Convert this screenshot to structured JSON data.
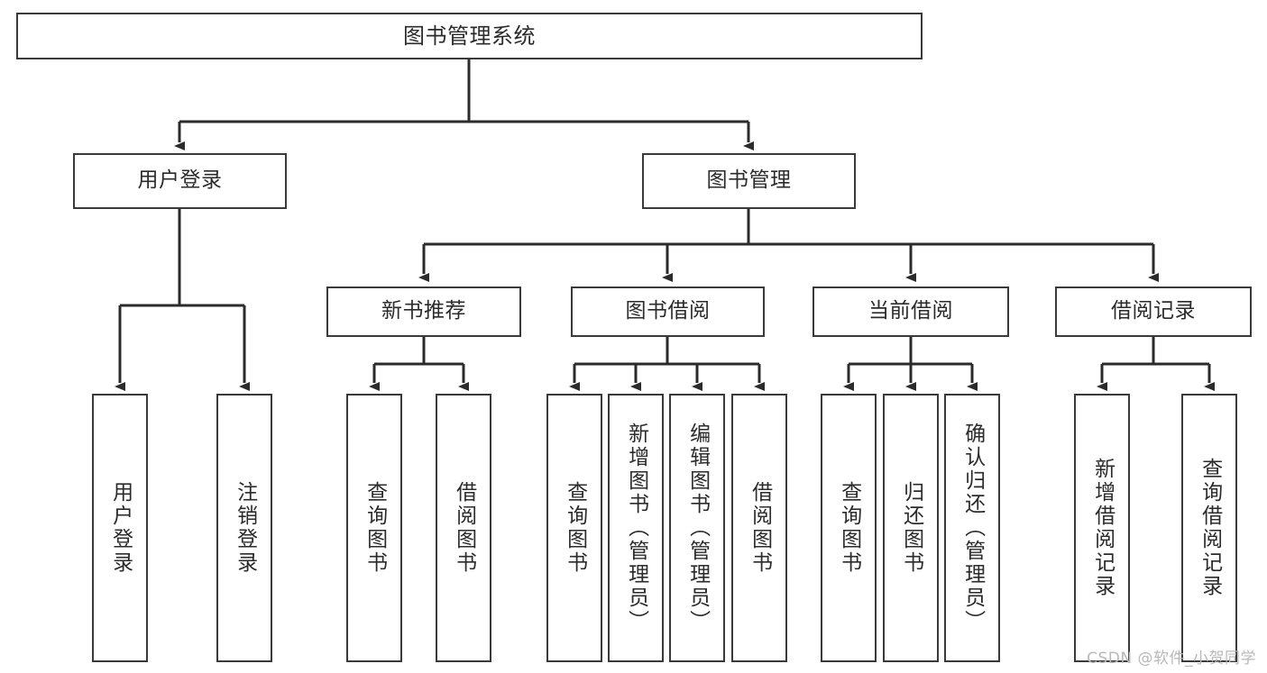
{
  "diagram": {
    "title": "图书管理系统",
    "type": "tree",
    "watermark": "CSDN @软件_小贺同学",
    "colors": {
      "node_border": "#3a3a3a",
      "node_fill": "#ffffff",
      "edge": "#2b2b2b",
      "text": "#2b2b2b",
      "watermark": "#b8b8b8",
      "background": "#ffffff"
    },
    "nodes": {
      "root": {
        "label": "图书管理系统"
      },
      "level1": [
        {
          "label": "用户登录"
        },
        {
          "label": "图书管理"
        }
      ],
      "level2": [
        {
          "label": "新书推荐"
        },
        {
          "label": "图书借阅"
        },
        {
          "label": "当前借阅"
        },
        {
          "label": "借阅记录"
        }
      ],
      "leaves_user_login": [
        {
          "label": "用户登录"
        },
        {
          "label": "注销登录"
        }
      ],
      "leaves_new_book": [
        {
          "label": "查询图书"
        },
        {
          "label": "借阅图书"
        }
      ],
      "leaves_borrow": [
        {
          "label": "查询图书"
        },
        {
          "label": "新增图书（管理员）"
        },
        {
          "label": "编辑图书（管理员）"
        },
        {
          "label": "借阅图书"
        }
      ],
      "leaves_current": [
        {
          "label": "查询图书"
        },
        {
          "label": "归还图书"
        },
        {
          "label": "确认归还（管理员）"
        }
      ],
      "leaves_records": [
        {
          "label": "新增借阅记录"
        },
        {
          "label": "查询借阅记录"
        }
      ]
    }
  }
}
